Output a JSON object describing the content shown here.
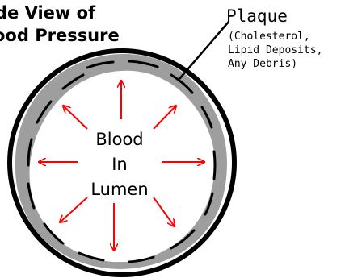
{
  "title": {
    "line1": "de View of",
    "line2": "ood Pressure"
  },
  "plaque": {
    "label": "Plaque",
    "detail_1": "(Cholesterol,",
    "detail_2": "Lipid Deposits,",
    "detail_3": "Any Debris)"
  },
  "lumen": {
    "line1": "Blood",
    "line2": "In",
    "line3": "Lumen"
  },
  "colors": {
    "vessel_wall": "#000000",
    "plaque": "#9e9e9e",
    "lumen": "#ffffff",
    "arrows": "#ff0000",
    "text": "#000000"
  }
}
